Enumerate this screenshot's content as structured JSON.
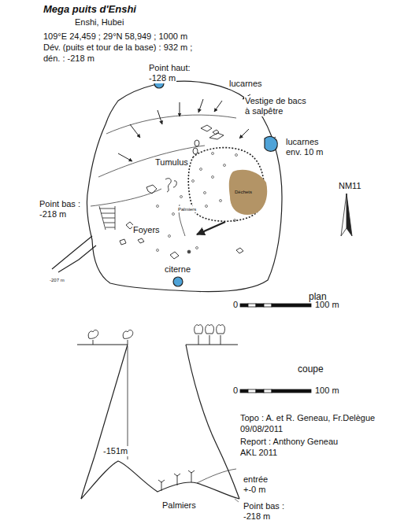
{
  "diagram": {
    "title": "Mega puits d'Enshi",
    "labels": [
      "Enshi, Hubei",
      "109°E 24,459 ; 29°N 58,949 ; 1000 m",
      "Dév. (puits et tour de la base) : 932 m ;",
      "dén. : -218 m",
      "Point haut:",
      "-128 m",
      "lucarnes",
      "Vestige de bacs à salpêtre",
      "lucarnes env. 10 m",
      "Tumulus",
      "NM11",
      "Point bas :",
      "-218 m",
      "Foyers",
      "Palmiers",
      "Déchets",
      "-207 m",
      "citerne",
      "plan",
      "0",
      "100 m",
      "coupe",
      "0",
      "100 m",
      "Topo : A. et R. Geneau, Fr.Delègue",
      "09/08/2011",
      "Report : Anthony Geneau",
      "AKL 2011",
      "-151m",
      "Palmiers",
      "entrée",
      "+-0 m",
      "Point bas :",
      "-218 m"
    ]
  }
}
